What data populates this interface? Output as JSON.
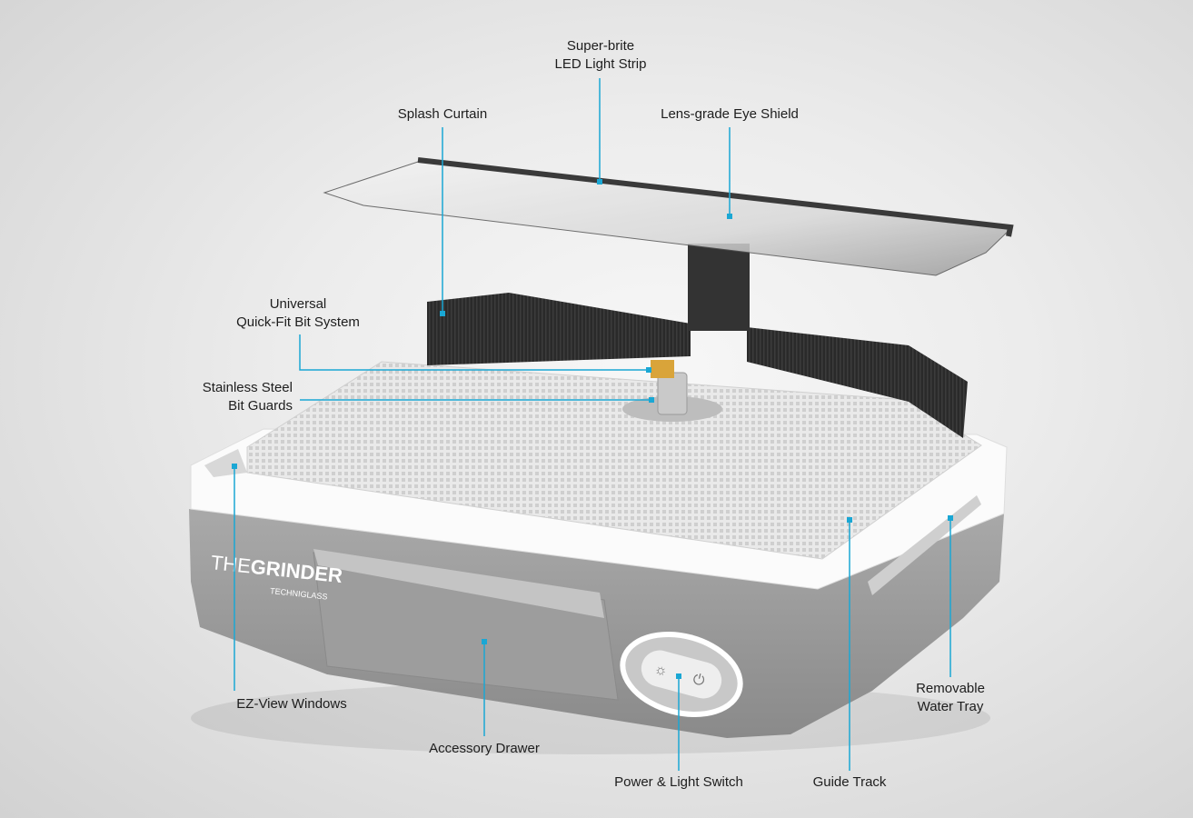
{
  "accent_color": "#1aa7d4",
  "product": {
    "logo_main": "THE GRINDER",
    "logo_prefix": "THE",
    "logo_name": "GRINDER",
    "logo_sub": "TECHNIGLASS",
    "buttons": [
      {
        "icon": "light-icon"
      },
      {
        "icon": "power-icon"
      }
    ]
  },
  "callouts": [
    {
      "id": "led",
      "line1": "Super-brite",
      "line2": "LED Light Strip"
    },
    {
      "id": "shield",
      "line1": "Lens-grade Eye Shield"
    },
    {
      "id": "curtain",
      "line1": "Splash Curtain"
    },
    {
      "id": "bit-system",
      "line1": "Universal",
      "line2": "Quick-Fit Bit System"
    },
    {
      "id": "bit-guards",
      "line1": "Stainless Steel",
      "line2": "Bit Guards"
    },
    {
      "id": "windows",
      "line1": "EZ-View Windows"
    },
    {
      "id": "drawer",
      "line1": "Accessory Drawer"
    },
    {
      "id": "switch",
      "line1": "Power & Light Switch"
    },
    {
      "id": "track",
      "line1": "Guide Track"
    },
    {
      "id": "tray",
      "line1": "Removable",
      "line2": "Water Tray"
    }
  ]
}
